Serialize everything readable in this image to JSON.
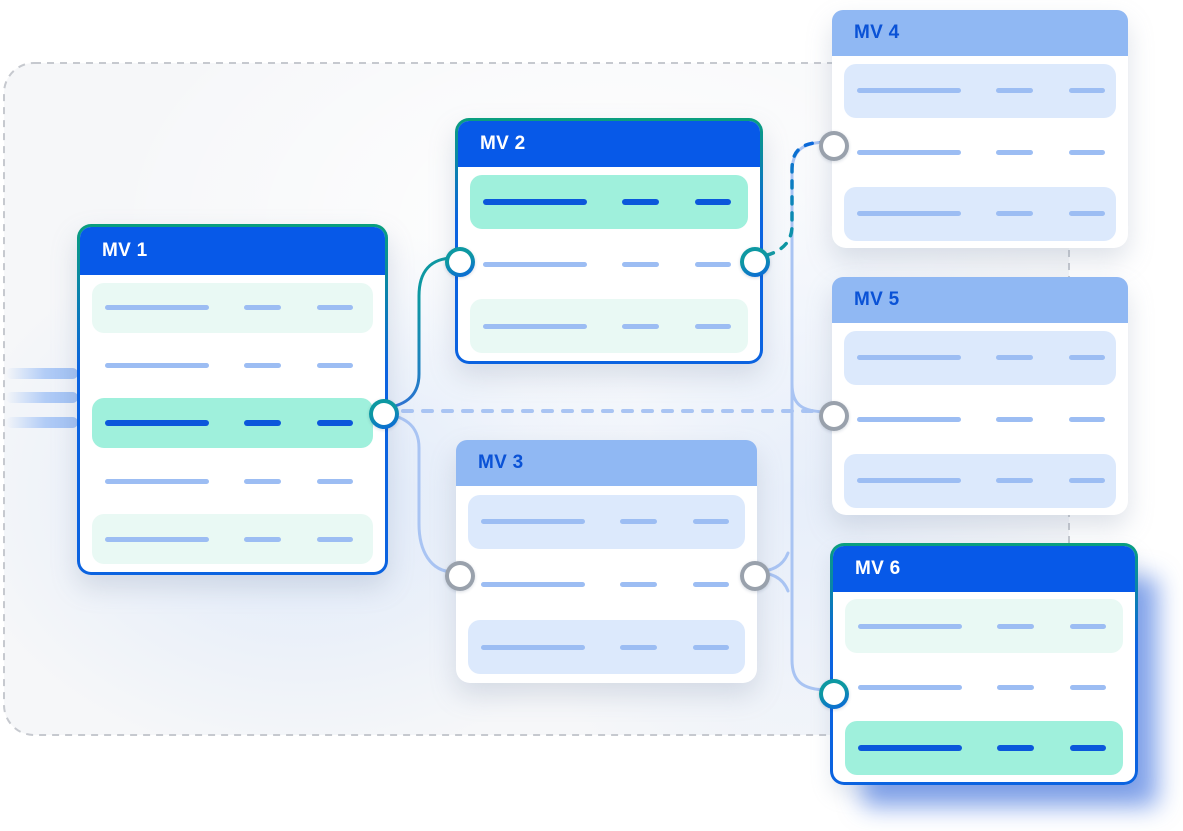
{
  "diagram": {
    "description": "Materialized view lineage diagram with six table nodes connected by wires",
    "cards": [
      {
        "id": "mv1",
        "title": "MV 1",
        "variant": "primary-bordered",
        "rows": [
          {
            "bg": "mint",
            "lines": "normal"
          },
          {
            "bg": "none",
            "lines": "normal"
          },
          {
            "bg": "teal",
            "lines": "bold"
          },
          {
            "bg": "none",
            "lines": "normal"
          },
          {
            "bg": "mint",
            "lines": "normal"
          }
        ]
      },
      {
        "id": "mv2",
        "title": "MV 2",
        "variant": "primary-bordered",
        "rows": [
          {
            "bg": "teal",
            "lines": "bold"
          },
          {
            "bg": "none",
            "lines": "normal"
          },
          {
            "bg": "mint",
            "lines": "normal"
          }
        ]
      },
      {
        "id": "mv3",
        "title": "MV 3",
        "variant": "secondary-flat",
        "rows": [
          {
            "bg": "blue",
            "lines": "normal"
          },
          {
            "bg": "none",
            "lines": "normal"
          },
          {
            "bg": "blue",
            "lines": "normal"
          }
        ]
      },
      {
        "id": "mv4",
        "title": "MV 4",
        "variant": "secondary-flat",
        "rows": [
          {
            "bg": "blue",
            "lines": "normal"
          },
          {
            "bg": "none",
            "lines": "normal"
          },
          {
            "bg": "blue",
            "lines": "normal"
          }
        ]
      },
      {
        "id": "mv5",
        "title": "MV 5",
        "variant": "secondary-flat",
        "rows": [
          {
            "bg": "blue",
            "lines": "normal"
          },
          {
            "bg": "none",
            "lines": "normal"
          },
          {
            "bg": "blue",
            "lines": "normal"
          }
        ]
      },
      {
        "id": "mv6",
        "title": "MV 6",
        "variant": "primary-bordered-blue-shadow",
        "rows": [
          {
            "bg": "mint",
            "lines": "normal"
          },
          {
            "bg": "none",
            "lines": "normal"
          },
          {
            "bg": "teal",
            "lines": "bold"
          }
        ]
      }
    ],
    "connections": [
      {
        "from": "MV 1",
        "to": "MV 2",
        "style": "solid",
        "color": "blue-to-teal-gradient"
      },
      {
        "from": "MV 1",
        "to": "MV 3",
        "style": "solid",
        "color": "light-blue"
      },
      {
        "from": "MV 1",
        "to": "MV 5",
        "style": "dashed",
        "color": "light-blue"
      },
      {
        "from": "MV 2",
        "to": "MV 4",
        "style": "dashed",
        "color": "teal-to-blue-gradient"
      },
      {
        "from": "MV 3",
        "to": "MV 4",
        "style": "solid",
        "color": "light-blue"
      },
      {
        "from": "MV 3",
        "to": "MV 5",
        "style": "solid",
        "color": "light-blue"
      },
      {
        "from": "MV 3",
        "to": "MV 6",
        "style": "solid",
        "color": "light-blue"
      }
    ],
    "ports": [
      {
        "card": "MV 1",
        "side": "right",
        "ring": "teal-blue-gradient"
      },
      {
        "card": "MV 2",
        "side": "left",
        "ring": "teal-blue-gradient"
      },
      {
        "card": "MV 2",
        "side": "right",
        "ring": "teal-blue-gradient"
      },
      {
        "card": "MV 3",
        "side": "left",
        "ring": "gray"
      },
      {
        "card": "MV 3",
        "side": "right",
        "ring": "gray"
      },
      {
        "card": "MV 4",
        "side": "left",
        "ring": "gray"
      },
      {
        "card": "MV 5",
        "side": "left",
        "ring": "gray"
      },
      {
        "card": "MV 6",
        "side": "left",
        "ring": "teal-blue-gradient"
      }
    ],
    "colors": {
      "header-blue": "#0759e8",
      "header-light": "#90b8f3",
      "header-text": "#0a52d6",
      "row-mint": "#e9f9f4",
      "row-teal": "#9ff0dc",
      "row-blue": "#dce9fc",
      "line-light": "#9cbdf3",
      "line-bold": "#0b57db",
      "teal": "#0d98a2",
      "blue-accent": "#0b63e0",
      "border-teal": "#0a9f7e",
      "gray-ring": "#99a1ac",
      "dash-border": "#c6c9cf",
      "canvas-bg": "#f6f7f9",
      "conn-line": "#a9c4f3",
      "shadow-blue": "rgba(36,94,220,0.55)"
    }
  }
}
